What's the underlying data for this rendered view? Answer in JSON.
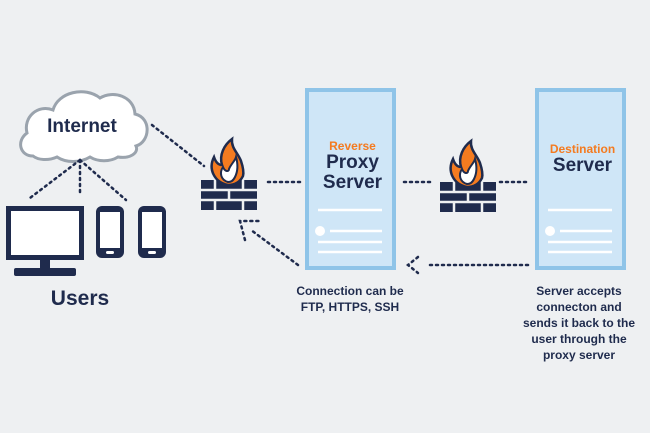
{
  "diagram": {
    "internet_label": "Internet",
    "users_label": "Users",
    "reverse_proxy": {
      "accent": "Reverse",
      "line1": "Proxy",
      "line2": "Server"
    },
    "destination": {
      "accent": "Destination",
      "line1": "Server"
    },
    "connection_caption": [
      "Connection can be",
      "FTP, HTTPS, SSH"
    ],
    "server_caption": [
      "Server accepts",
      "connecton and",
      "sends it back to the",
      "user through the",
      "proxy server"
    ],
    "colors": {
      "background": "#eef0f2",
      "navy": "#1f2b4d",
      "server_fill": "#cfe6f7",
      "server_stroke": "#8fc4e8",
      "flame_orange": "#f47b20",
      "cloud_stroke": "#9aa3ad"
    },
    "icons": [
      "cloud-icon",
      "desktop-monitor-icon",
      "mobile-phone-icon",
      "firewall-icon",
      "server-tower-icon",
      "arrow-icon"
    ]
  }
}
